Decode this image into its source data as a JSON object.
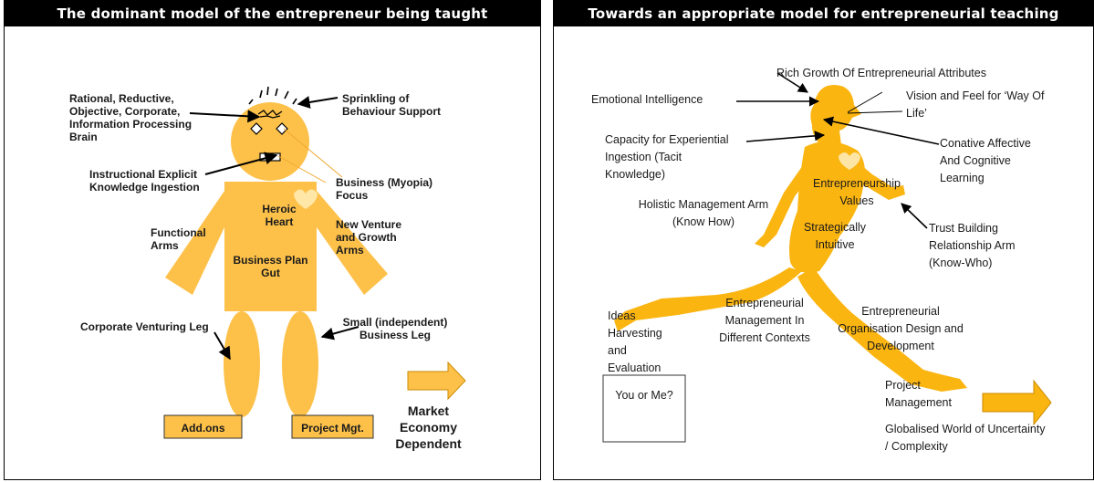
{
  "colors": {
    "figure_left": "#fdc14a",
    "figure_right": "#fbb511",
    "header_bg": "#000000",
    "header_text": "#ffffff"
  },
  "left": {
    "title": "The dominant model of the entrepreneur being taught",
    "brain": "Rational, Reductive, Objective, Corporate, Information Processing Brain",
    "sprinkling": "Sprinkling of Behaviour Support",
    "instructional": "Instructional Explicit Knowledge Ingestion",
    "business_focus": "Business (Myopia) Focus",
    "heroic_heart": "Heroic Heart",
    "functional_arms": "Functional Arms",
    "new_venture": "New Venture and Growth Arms",
    "gut": "Business Plan Gut",
    "corporate_leg": "Corporate Venturing Leg",
    "small_leg": "Small (independent) Business Leg",
    "addons": "Add.ons",
    "project_mgt": "Project Mgt.",
    "market": "Market Economy Dependent"
  },
  "right": {
    "title": "Towards an appropriate model for entrepreneurial teaching",
    "rich_growth": "Rich Growth Of Entrepreneurial Attributes",
    "emotional": "Emotional Intelligence",
    "vision": "Vision and Feel for ‘Way Of Life’",
    "capacity": "Capacity for Experiential Ingestion (Tacit Knowledge)",
    "conative": "Conative Affective And Cognitive Learning",
    "holistic": "Holistic Management Arm (Know How)",
    "values": "Entrepreneurship Values",
    "trust": "Trust Building Relationship Arm (Know-Who)",
    "strategically": "Strategically Intuitive",
    "ent_management": "Entrepreneurial Management In Different Contexts",
    "org_design": "Entrepreneurial Organisation Design and Development",
    "ideas": "Ideas Harvesting and Evaluation",
    "you_or_me": "You or Me?",
    "project_management": "Project Management",
    "globalised": "Globalised World of Uncertainty / Complexity"
  }
}
